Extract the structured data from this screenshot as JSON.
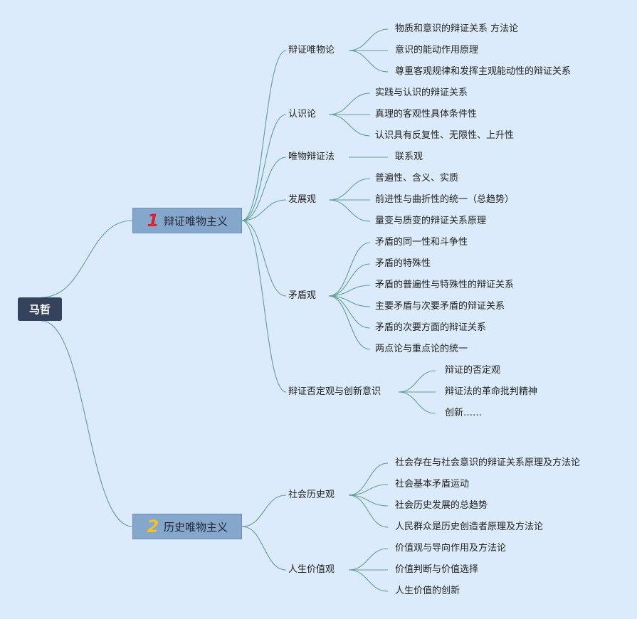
{
  "root": {
    "label": "马哲"
  },
  "branches": [
    {
      "number": "1",
      "number_color": "#d9232d",
      "label": "辩证唯物主义",
      "topics": [
        {
          "label": "辩证唯物论",
          "items": [
            "物质和意识的辩证关系 方法论",
            "意识的能动作用原理",
            "尊重客观规律和发挥主观能动性的辩证关系"
          ]
        },
        {
          "label": "认识论",
          "items": [
            "实践与认识的辩证关系",
            "真理的客观性具体条件性",
            "认识具有反复性、无限性、上升性"
          ]
        },
        {
          "label": "唯物辩证法",
          "items": [
            "联系观"
          ]
        },
        {
          "label": "发展观",
          "items": [
            "普遍性、含义、实质",
            "前进性与曲折性的统一（总趋势）",
            "量变与质变的辩证关系原理"
          ]
        },
        {
          "label": "矛盾观",
          "items": [
            "矛盾的同一性和斗争性",
            "矛盾的特殊性",
            "矛盾的普遍性与特殊性的辩证关系",
            "主要矛盾与次要矛盾的辩证关系",
            "矛盾的次要方面的辩证关系",
            "两点论与重点论的统一"
          ]
        },
        {
          "label": "辩证否定观与创新意识",
          "items": [
            "辩证的否定观",
            "辩证法的革命批判精神",
            "创新……"
          ]
        }
      ]
    },
    {
      "number": "2",
      "number_color": "#f2c12e",
      "label": "历史唯物主义",
      "topics": [
        {
          "label": "社会历史观",
          "items": [
            "社会存在与社会意识的辩证关系原理及方法论",
            "社会基本矛盾运动",
            "社会历史发展的总趋势",
            "人民群众是历史创造者原理及方法论"
          ]
        },
        {
          "label": "人生价值观",
          "items": [
            "价值观与导向作用及方法论",
            "价值判断与价值选择",
            "人生价值的创新"
          ]
        }
      ]
    }
  ]
}
